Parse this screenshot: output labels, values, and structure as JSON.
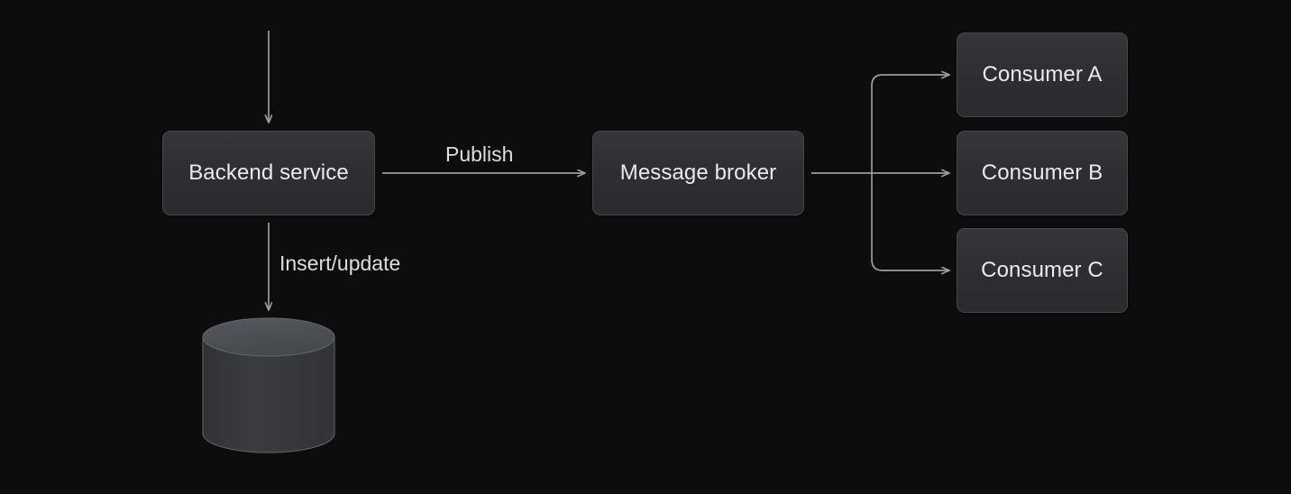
{
  "diagram": {
    "title": "Backend service publish/subscribe with database write",
    "background_color": "#0d0d0d",
    "node_fill_color": "#2f3134",
    "node_border_color": "#44474c",
    "text_color": "#e9eaec",
    "edge_color": "#9a9c9f",
    "nodes": [
      {
        "id": "backend",
        "label": "Backend service",
        "shape": "rounded-rect"
      },
      {
        "id": "broker",
        "label": "Message broker",
        "shape": "rounded-rect"
      },
      {
        "id": "consumer_a",
        "label": "Consumer A",
        "shape": "rounded-rect"
      },
      {
        "id": "consumer_b",
        "label": "Consumer B",
        "shape": "rounded-rect"
      },
      {
        "id": "consumer_c",
        "label": "Consumer C",
        "shape": "rounded-rect"
      },
      {
        "id": "database",
        "label": "",
        "shape": "cylinder"
      }
    ],
    "edges": [
      {
        "id": "incoming",
        "from": "",
        "to": "backend",
        "label": ""
      },
      {
        "id": "backend-broker",
        "from": "backend",
        "to": "broker",
        "label": "Publish"
      },
      {
        "id": "backend-database",
        "from": "backend",
        "to": "database",
        "label": "Insert/update"
      },
      {
        "id": "broker-consumer-a",
        "from": "broker",
        "to": "consumer_a",
        "label": ""
      },
      {
        "id": "broker-consumer-b",
        "from": "broker",
        "to": "consumer_b",
        "label": ""
      },
      {
        "id": "broker-consumer-c",
        "from": "broker",
        "to": "consumer_c",
        "label": ""
      }
    ],
    "labels": {
      "publish": "Publish",
      "insert_update": "Insert/update"
    }
  }
}
